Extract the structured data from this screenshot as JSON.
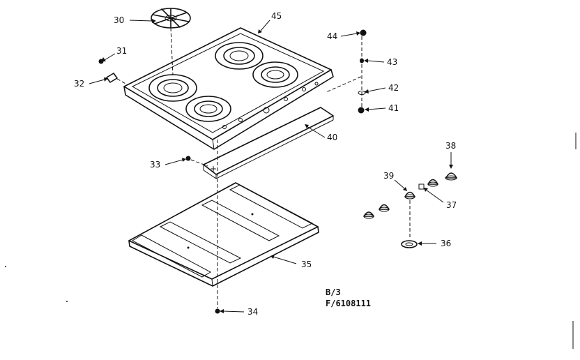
{
  "callouts": {
    "c30": "30",
    "c31": "31",
    "c32": "32",
    "c33": "33",
    "c34": "34",
    "c35": "35",
    "c36": "36",
    "c37": "37",
    "c38": "38",
    "c39": "39",
    "c40": "40",
    "c41": "41",
    "c42": "42",
    "c43": "43",
    "c44": "44",
    "c45": "45"
  },
  "codes": {
    "line1": "B/3",
    "line2": "F/6108111"
  }
}
